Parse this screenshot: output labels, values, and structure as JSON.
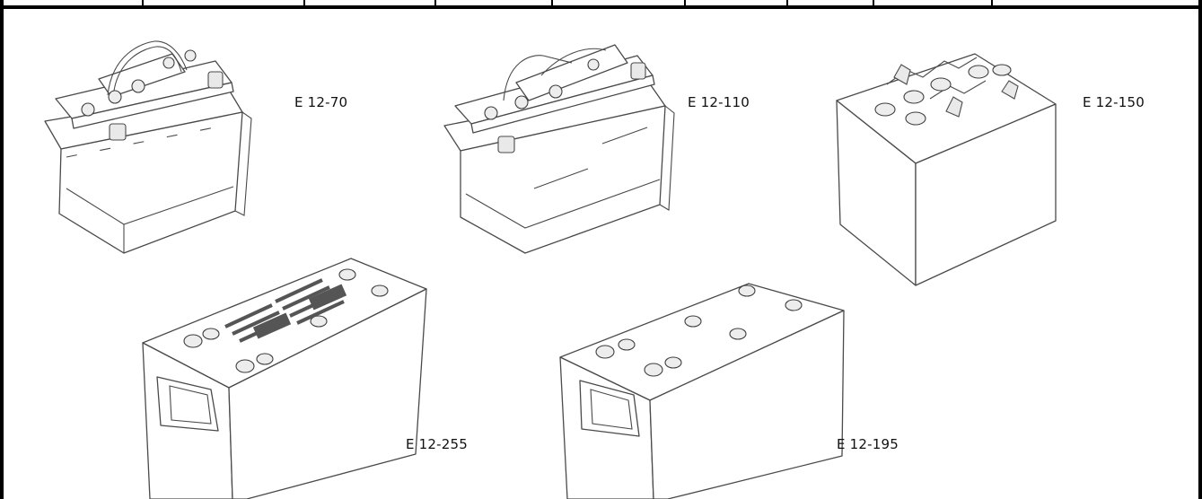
{
  "batteries": [
    {
      "model": "E 12-70"
    },
    {
      "model": "E 12-110"
    },
    {
      "model": "E 12-150"
    },
    {
      "model": "E 12-255"
    },
    {
      "model": "E 12-195"
    }
  ]
}
